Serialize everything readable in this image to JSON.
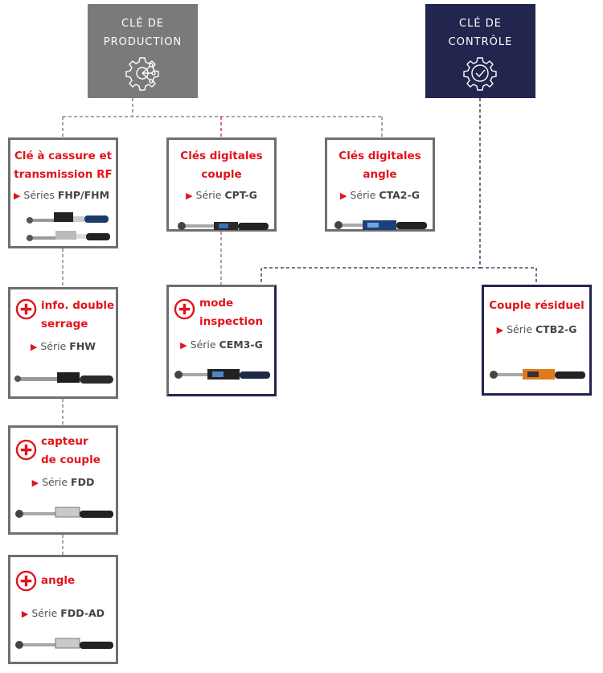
{
  "headers": {
    "production": {
      "line1": "CLÉ DE",
      "line2": "PRODUCTION",
      "icon": "gear-network-icon",
      "color": "#7a7a7a"
    },
    "controle": {
      "line1": "CLÉ DE",
      "line2": "CONTRÔLE",
      "icon": "gear-check-icon",
      "color": "#22264e"
    }
  },
  "boxes": {
    "cassure": {
      "title1": "Clé à cassure et",
      "title2": "transmission RF",
      "prefix": "Séries",
      "series": "FHP/FHM"
    },
    "couple": {
      "title1": "Clés digitales",
      "title2": "couple",
      "prefix": "Série",
      "series": "CPT-G"
    },
    "angle_dig": {
      "title1": "Clés digitales",
      "title2": "angle",
      "prefix": "Série",
      "series": "CTA2-G"
    },
    "double": {
      "title1": "info. double",
      "title2": "serrage",
      "prefix": "Série",
      "series": "FHW"
    },
    "inspection": {
      "title1": "mode",
      "title2": "inspection",
      "prefix": "Série",
      "series": "CEM3-G"
    },
    "residuel": {
      "title1": "Couple résiduel",
      "prefix": "Série",
      "series": "CTB2-G"
    },
    "capteur": {
      "title1": "capteur",
      "title2": "de couple",
      "prefix": "Série",
      "series": "FDD"
    },
    "angle": {
      "title1": "angle",
      "prefix": "Série",
      "series": "FDD-AD"
    }
  },
  "colors": {
    "red": "#e1141b",
    "grey": "#6f6f6f",
    "navy": "#22264e"
  }
}
